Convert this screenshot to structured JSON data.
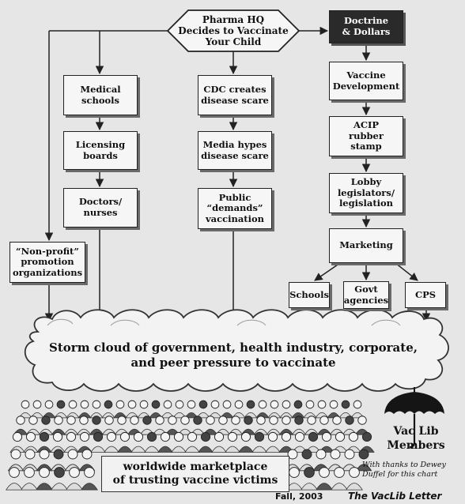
{
  "diagram": {
    "hub": "Pharma HQ\nDecides to Vaccinate\nYour Child",
    "nodes": {
      "doctrine": "Doctrine\n& Dollars",
      "medical_schools": "Medical\nschools",
      "licensing_boards": "Licensing\nboards",
      "doctors_nurses": "Doctors/\nnurses",
      "cdc": "CDC creates\ndisease scare",
      "media": "Media hypes\ndisease scare",
      "public": "Public\n“demands”\nvaccination",
      "nonprofit": "“Non-profit”\npromotion\norganizations",
      "vaccine_dev": "Vaccine\nDevelopment",
      "acip": "ACIP\nrubber\nstamp",
      "lobby": "Lobby\nlegislators/\nlegislation",
      "marketing": "Marketing",
      "schools": "Schools",
      "govt": "Govt\nagencies",
      "cps": "CPS"
    },
    "cloud": "Storm cloud of government, health industry, corporate,\nand peer pressure to vaccinate",
    "victims_banner": "worldwide marketplace\nof trusting vaccine victims"
  },
  "logo": {
    "text": "Vac Lib\nMembers"
  },
  "credits": {
    "thanks": "With thanks to Dewey\nDuffel for this chart"
  },
  "footer": {
    "date": "Fall, 2003",
    "publication": "The VacLib Letter"
  }
}
